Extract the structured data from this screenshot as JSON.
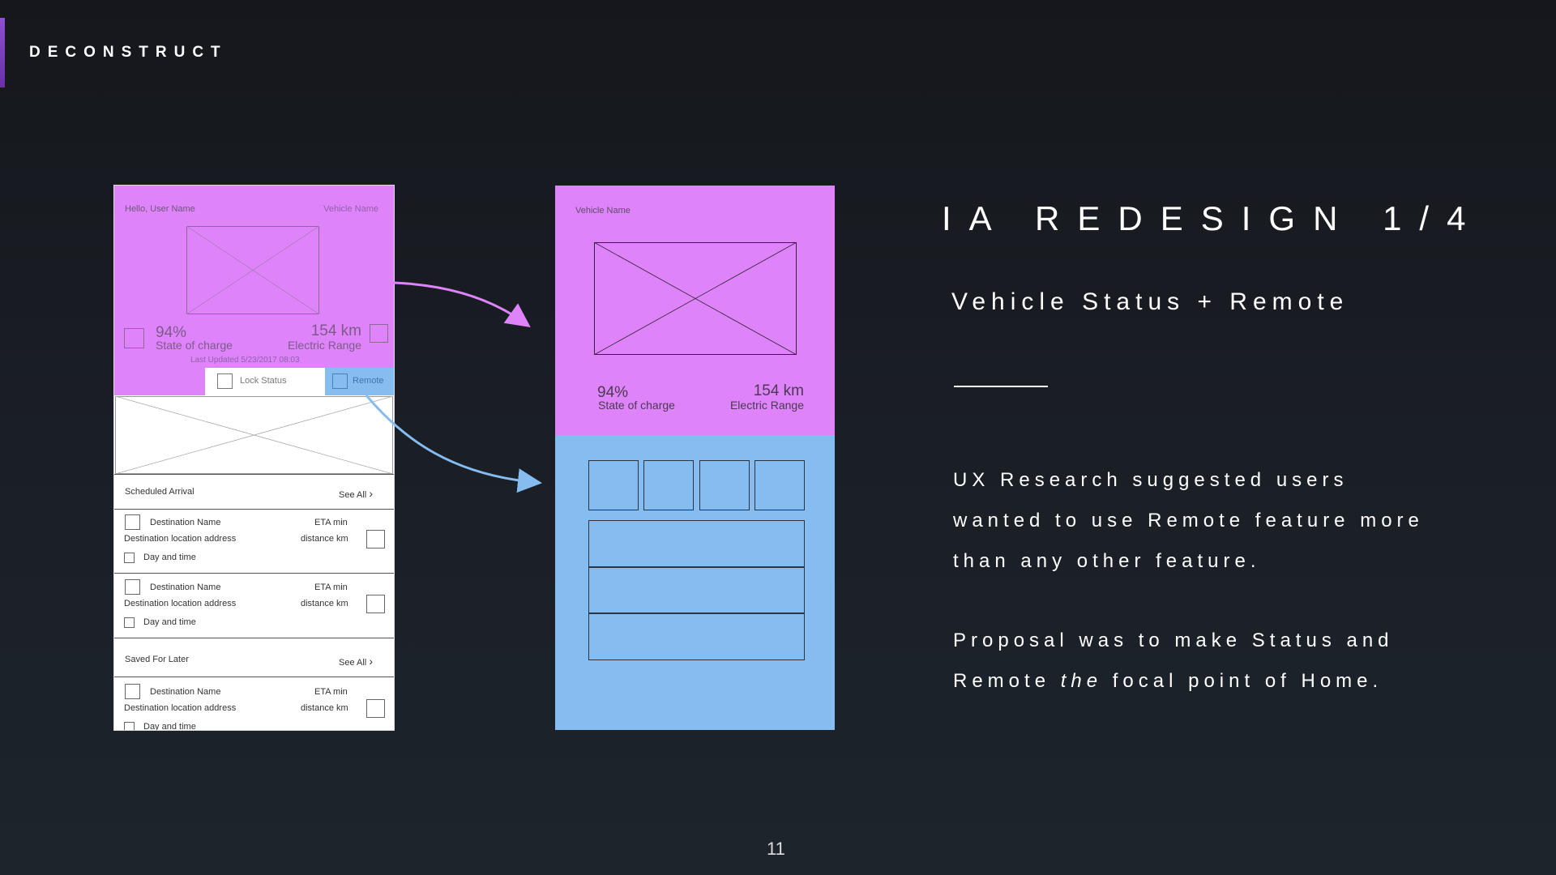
{
  "brand": "DECONSTRUCT",
  "slide": {
    "title": "IA REDESIGN 1/4",
    "subtitle": "Vehicle Status + Remote",
    "paragraph1": [
      "UX Research suggested users",
      "wanted to use Remote feature more",
      "than any other feature."
    ],
    "paragraph2_line1": "Proposal was to make Status and",
    "paragraph2_line2_pre": "Remote ",
    "paragraph2_line2_em": "the",
    "paragraph2_line2_post": " focal point of Home.",
    "page_number": "11"
  },
  "old_screen": {
    "greeting": "Hello, User Name",
    "vehicle_name": "Vehicle Name",
    "charge_value": "94%",
    "charge_label": "State of charge",
    "range_value": "154 km",
    "range_label": "Electric Range",
    "last_updated": "Last Updated   5/23/2017   08:03",
    "lock_status": "Lock Status",
    "remote": "Remote",
    "scheduled_arrival": "Scheduled Arrival",
    "saved_for_later": "Saved For Later",
    "see_all": "See All",
    "items": [
      {
        "name": "Destination Name",
        "address": "Destination location address",
        "eta": "ETA min",
        "distance": "distance km",
        "time": "Day and time"
      },
      {
        "name": "Destination Name",
        "address": "Destination location address",
        "eta": "ETA min",
        "distance": "distance km",
        "time": "Day and time"
      },
      {
        "name": "Destination Name",
        "address": "Destination location address",
        "eta": "ETA min",
        "distance": "distance km",
        "time": "Day and time"
      }
    ]
  },
  "new_screen": {
    "vehicle_name": "Vehicle Name",
    "charge_value": "94%",
    "charge_label": "State of charge",
    "range_value": "154 km",
    "range_label": "Electric Range"
  },
  "colors": {
    "status_pink": "#df83fb",
    "remote_blue": "#85bdf1",
    "brand_purple": "#8f4fd0"
  }
}
